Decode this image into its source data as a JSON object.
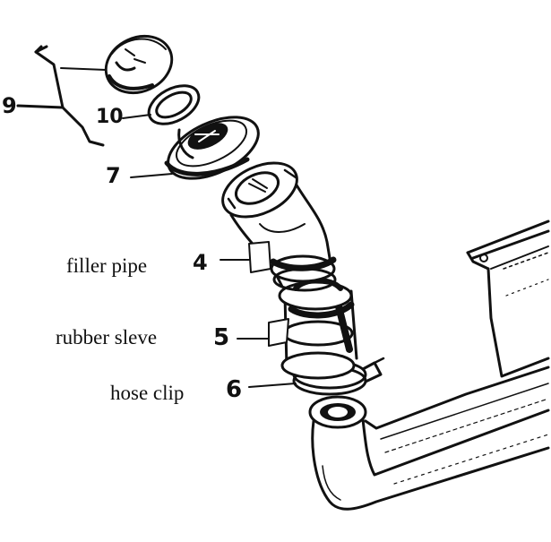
{
  "diagram": {
    "parts": {
      "cap_group": {
        "number": "9"
      },
      "gasket": {
        "number": "10"
      },
      "filler_neck": {
        "number": "7"
      },
      "filler_pipe": {
        "number": "4",
        "label": "filler pipe"
      },
      "rubber_sleeve": {
        "number": "5",
        "label": "rubber sleve"
      },
      "hose_clip": {
        "number": "6",
        "label": "hose clip"
      }
    },
    "colors": {
      "ink": "#111111",
      "paper": "#ffffff"
    }
  }
}
